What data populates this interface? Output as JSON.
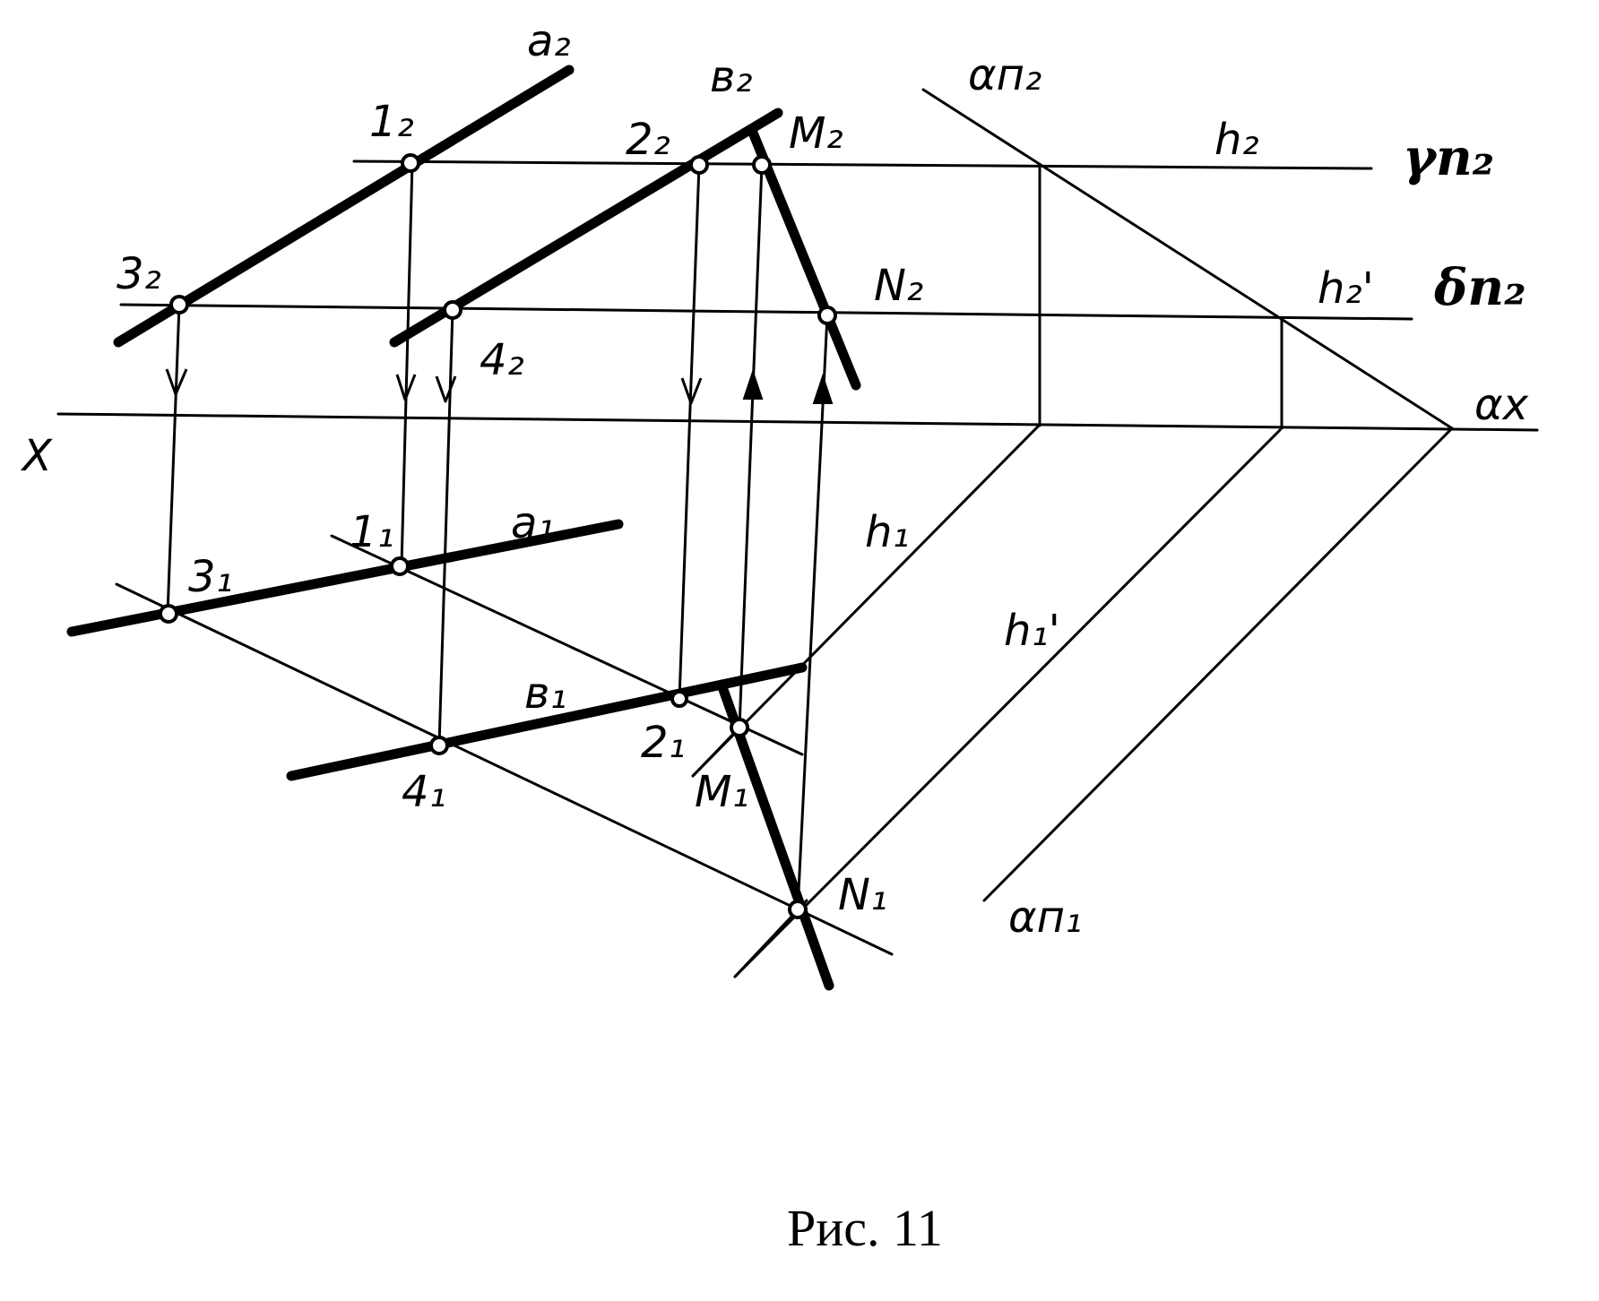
{
  "caption": "Рис. 11",
  "labels": {
    "a2": "a₂",
    "b2": "в₂",
    "one2": "1₂",
    "two2": "2₂",
    "three2": "3₂",
    "four2": "4₂",
    "m2": "M₂",
    "n2": "N₂",
    "alpha_p2": "αп₂",
    "h2": "h₂",
    "h2_prime": "h₂'",
    "gamma_p2": "γп₂",
    "delta_p2": "δп₂",
    "alpha_x": "αx",
    "x_axis": "X",
    "a1": "a₁",
    "b1": "в₁",
    "one1": "1₁",
    "two1": "2₁",
    "three1": "3₁",
    "four1": "4₁",
    "m1": "M₁",
    "n1": "N₁",
    "h1": "h₁",
    "h1_prime": "h₁'",
    "alpha_p1": "αп₁"
  }
}
